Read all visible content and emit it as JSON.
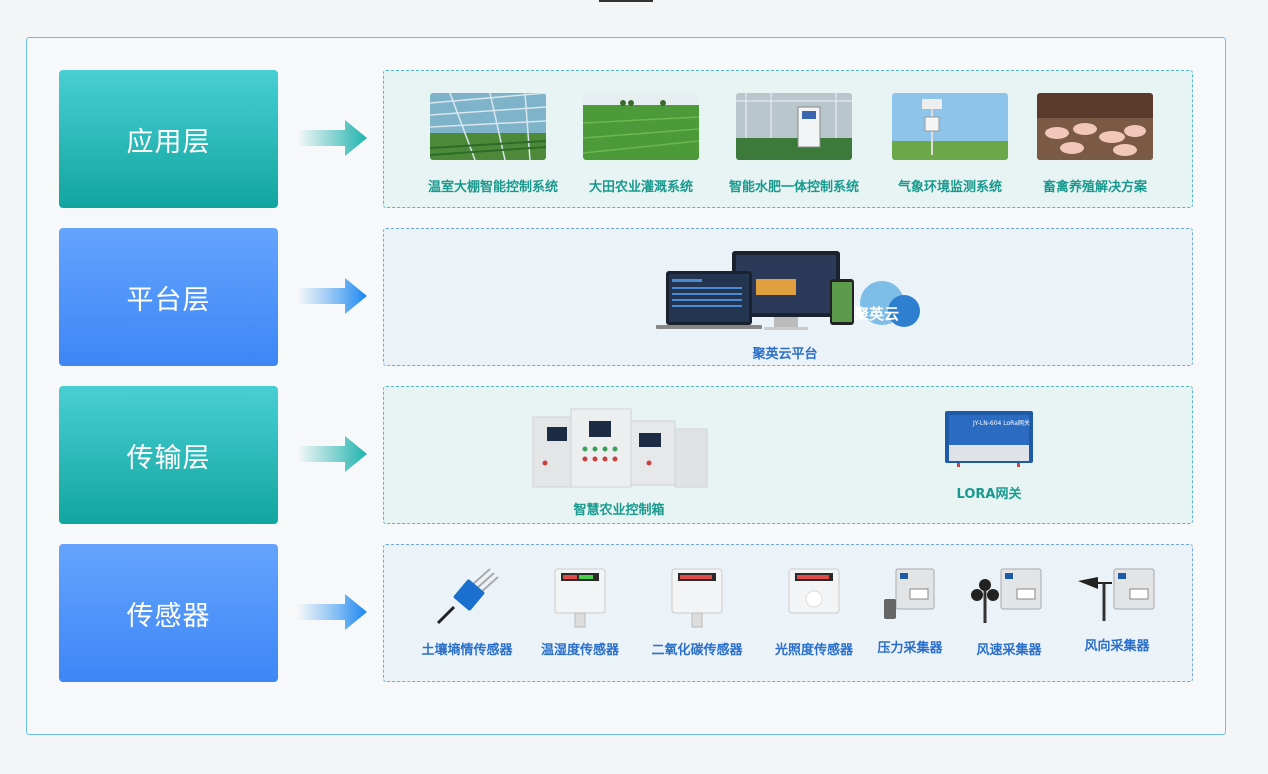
{
  "layers": [
    {
      "label": "应用层",
      "items": [
        "温室大棚智能控制系统",
        "大田农业灌溉系统",
        "智能水肥一体控制系统",
        "气象环境监测系统",
        "畜禽养殖解决方案"
      ]
    },
    {
      "label": "平台层",
      "platform_caption": "聚英云平台",
      "cloud_text": "聚英云"
    },
    {
      "label": "传输层",
      "items": [
        "智慧农业控制箱",
        "LORA网关"
      ],
      "gateway_text": "JY-LN-604 LoRa网关"
    },
    {
      "label": "传感器",
      "items": [
        "土壤墒情传感器",
        "温湿度传感器",
        "二氧化碳传感器",
        "光照度传感器",
        "压力采集器",
        "风速采集器",
        "风向采集器"
      ]
    }
  ],
  "colors": {
    "teal": "#1fb3ad",
    "blue": "#4a90f5",
    "teal_text": "#1a9a8f",
    "blue_text": "#2a6fc9",
    "frame_border": "#6bbfe0"
  }
}
